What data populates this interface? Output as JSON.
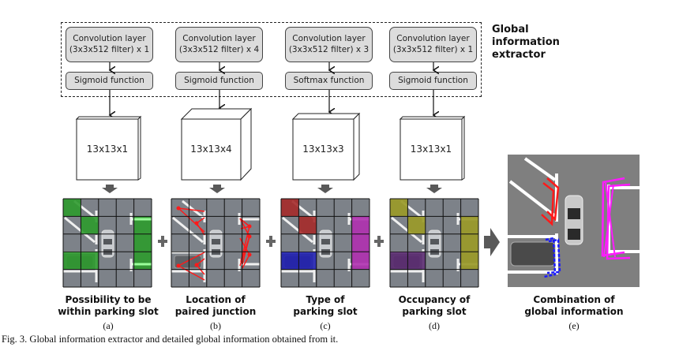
{
  "extractor": {
    "title_lines": [
      "Global",
      "information",
      "extractor"
    ],
    "branches": [
      {
        "conv_line1": "Convolution layer",
        "conv_line2": "(3x3x512 filter) x 1",
        "function": "Sigmoid function",
        "output": "13x13x1",
        "label_line1": "Possibility to be",
        "label_line2": "within parking slot",
        "sub": "(a)",
        "overlay_color": "#3fbf3f"
      },
      {
        "conv_line1": "Convolution layer",
        "conv_line2": "(3x3x512 filter) x 4",
        "function": "Sigmoid function",
        "output": "13x13x4",
        "label_line1": "Location of",
        "label_line2": "paired junction",
        "sub": "(b)",
        "overlay_color": "#ff2020"
      },
      {
        "conv_line1": "Convolution layer",
        "conv_line2": "(3x3x512 filter) x 3",
        "function": "Softmax function",
        "output": "13x13x3",
        "label_line1": "Type of",
        "label_line2": "parking slot",
        "sub": "(c)",
        "overlay_color": "#b02020"
      },
      {
        "conv_line1": "Convolution layer",
        "conv_line2": "(3x3x512 filter) x 1",
        "function": "Sigmoid function",
        "output": "13x13x1",
        "label_line1": "Occupancy of",
        "label_line2": "parking slot",
        "sub": "(d)",
        "overlay_color": "#b8b020"
      }
    ]
  },
  "combination": {
    "label_line1": "Combination of",
    "label_line2": "global information",
    "sub": "(e)"
  },
  "operators": {
    "plus": "+"
  },
  "caption": "Fig. 3. Global information extractor and detailed global information obtained from it.",
  "colors": {
    "grid_bg": "#7d8289",
    "green": "#2e9a2e",
    "red": "#ff1a1a",
    "dark_red": "#a52a2a",
    "blue": "#2020b0",
    "magenta": "#b030b0",
    "olive": "#9a9a28",
    "purple": "#5a2a70"
  }
}
